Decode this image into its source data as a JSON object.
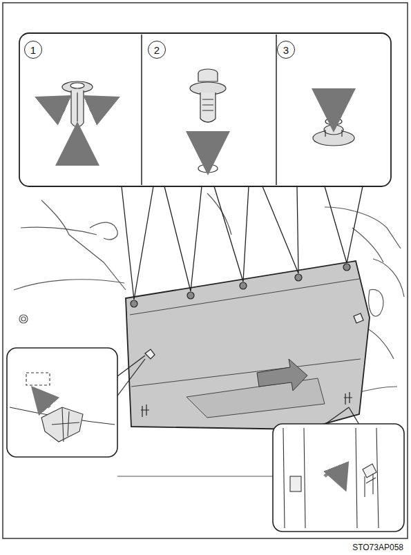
{
  "diagram": {
    "nodes": [
      {
        "text": [
          "1"
        ]
      },
      {
        "text": [
          "2"
        ]
      },
      {
        "text": [
          "3"
        ]
      }
    ],
    "labels": [
      "STO73AP058"
    ]
  }
}
